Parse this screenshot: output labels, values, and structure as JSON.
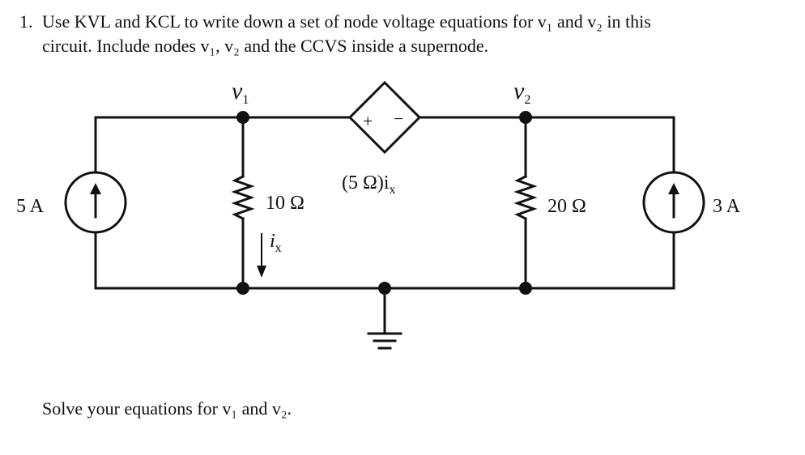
{
  "problem": {
    "number": "1.",
    "line1": "Use KVL and KCL to write down a set of node voltage equations for v₁ and v₂ in this",
    "line2": "circuit. Include nodes v₁, v₂ and the CCVS inside a supernode."
  },
  "circuit": {
    "node1_label": "v",
    "node1_sub": "1",
    "node2_label": "v",
    "node2_sub": "2",
    "source_left_label": "5 A",
    "source_right_label": "3 A",
    "r1_label": "10 Ω",
    "r2_label": "20 Ω",
    "current_label": "i",
    "current_sub": "x",
    "ccvs_plus": "+",
    "ccvs_minus": "−",
    "ccvs_label": "(5 Ω)i",
    "ccvs_sub": "x"
  },
  "footer": {
    "solve": "Solve your equations for v₁ and v₂."
  }
}
